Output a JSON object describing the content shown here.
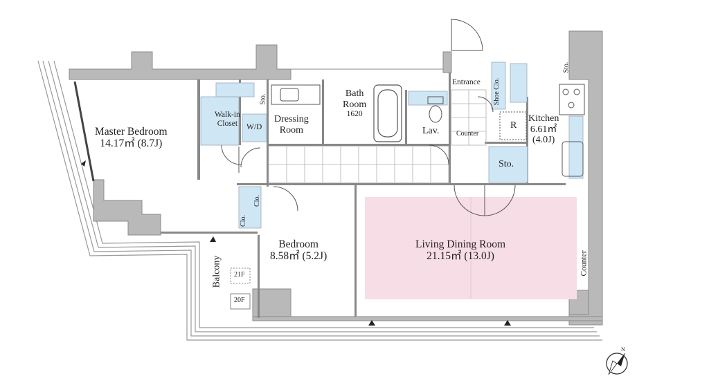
{
  "rooms": {
    "master_bedroom": {
      "name": "Master Bedroom",
      "area": "14.17㎡ (8.7J)"
    },
    "walk_in_closet": {
      "line1": "Walk-in",
      "line2": "Closet"
    },
    "storage_master": "Sto.",
    "wd": "W/D",
    "dressing_room": {
      "line1": "Dressing",
      "line2": "Room"
    },
    "bath_room": {
      "line1": "Bath",
      "line2": "Room",
      "line3": "1620"
    },
    "lav": "Lav.",
    "entrance": "Entrance",
    "shoe_closet": "Shoe Clo.",
    "counter_entrance": "Counter",
    "refrigerator": "R",
    "kitchen": {
      "name": "Kitchen",
      "area": "6.61㎡",
      "area_j": "(4.0J)"
    },
    "storage_kitchen": "Sto.",
    "storage_top": "Sto.",
    "closet_upper": "Clo.",
    "closet_lower": "Clo.",
    "bedroom": {
      "name": "Bedroom",
      "area": "8.58㎡ (5.2J)"
    },
    "living_dining": {
      "name": "Living Dining Room",
      "area": "21.15㎡ (13.0J)"
    },
    "counter_right": "Counter",
    "balcony": "Balcony",
    "floor_21": "21F",
    "floor_20": "20F",
    "north_mark": "N"
  },
  "colors": {
    "wall": "#b9b9b9",
    "wall_stroke": "#8a8a8a",
    "wet_area": "#cfe6f4",
    "living_fill": "#f7dde6",
    "line": "#555555"
  }
}
